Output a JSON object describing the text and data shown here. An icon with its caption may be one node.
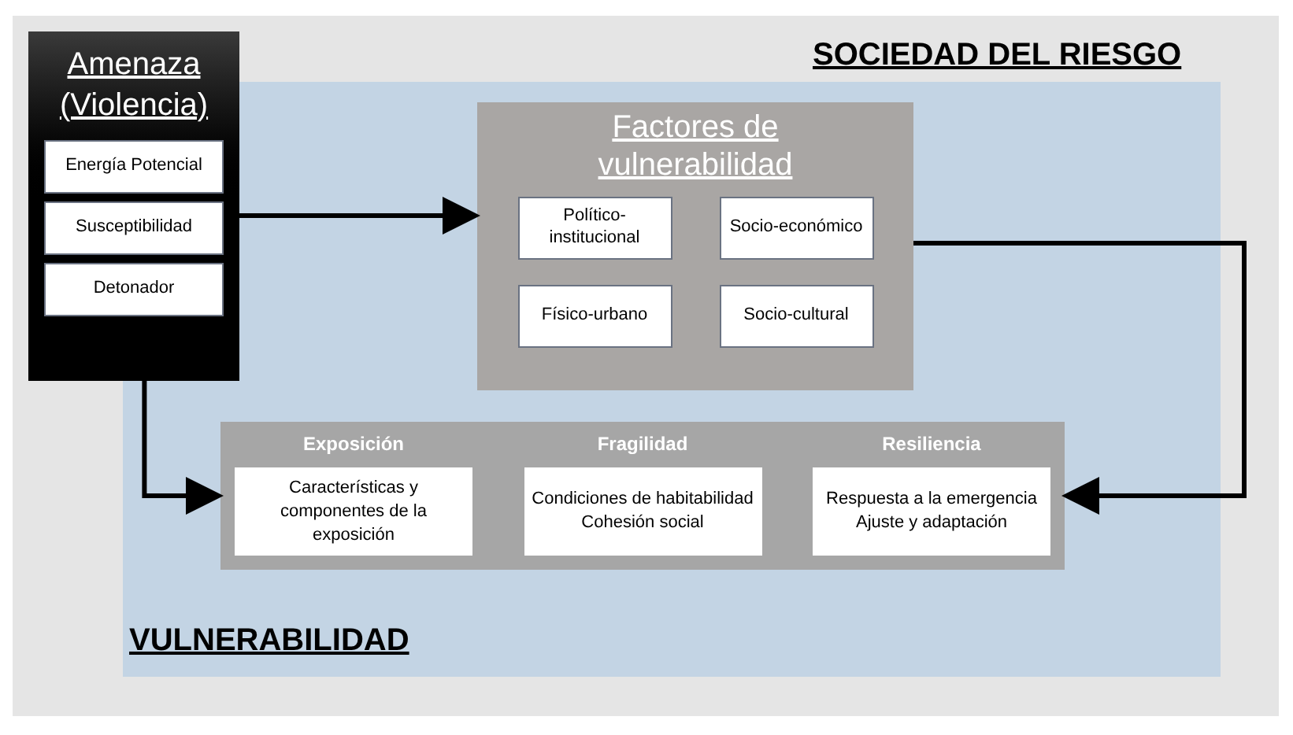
{
  "diagram": {
    "nodes": [
      {
        "text": [
          "SOCIEDAD DEL RIESGO"
        ]
      },
      {
        "text": [
          "Amenaza (Violencia)"
        ],
        "in": 0
      },
      {
        "text": [
          "Energía Potencial"
        ],
        "in": 1
      },
      {
        "text": [
          "Susceptibilidad"
        ],
        "in": 1
      },
      {
        "text": [
          "Detonador"
        ],
        "in": 1
      },
      {
        "text": [
          "VULNERABILIDAD"
        ],
        "in": 0
      },
      {
        "text": [
          "Factores de vulnerabilidad"
        ],
        "in": 5
      },
      {
        "text": [
          "Político-institucional"
        ],
        "in": 6
      },
      {
        "text": [
          "Socio-económico"
        ],
        "in": 6
      },
      {
        "text": [
          "Físico-urbano"
        ],
        "in": 6
      },
      {
        "text": [
          "Socio-cultural"
        ],
        "in": 6
      },
      {
        "text": [],
        "shape": "box",
        "in": 5
      },
      {
        "text": [
          "Exposición",
          "Características y componentes de la exposición"
        ],
        "in": 11
      },
      {
        "text": [
          "Fragilidad",
          "Condiciones de habitabilidad Cohesión social"
        ],
        "in": 11
      },
      {
        "text": [
          "Resiliencia",
          "Respuesta a la emergencia Ajuste y adaptación"
        ],
        "in": 11
      }
    ],
    "edges": [
      {
        "from": 1,
        "to": 6,
        "arrow": "to"
      },
      {
        "from": 1,
        "to": 11,
        "arrow": "to"
      },
      {
        "from": 6,
        "to": 11,
        "arrow": "to"
      }
    ]
  }
}
